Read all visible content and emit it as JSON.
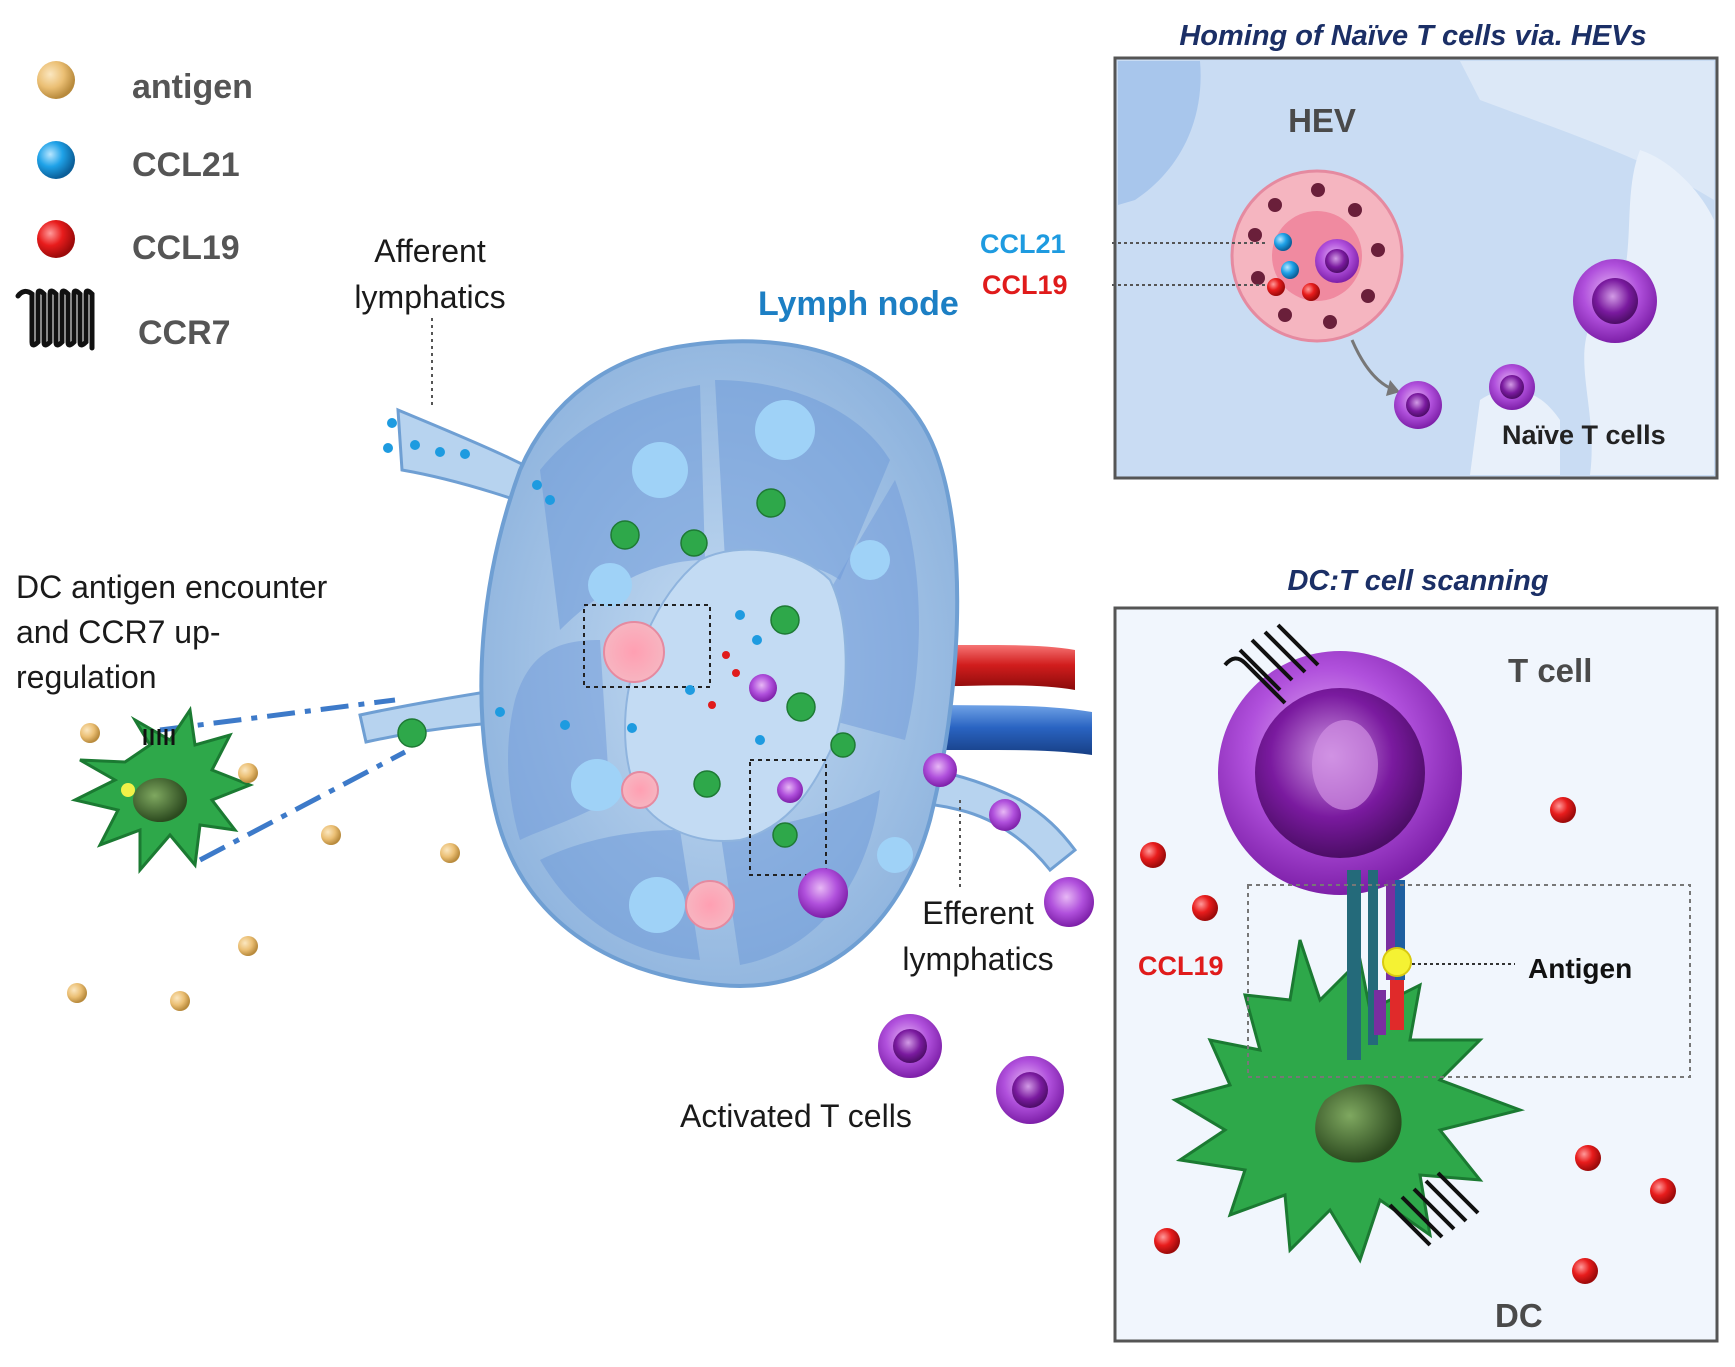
{
  "legend": {
    "items": [
      {
        "label": "antigen",
        "color": "#e9c27a",
        "icon": "antigen-dot"
      },
      {
        "label": "CCL21",
        "color": "#1e9be0",
        "icon": "ccl21-dot"
      },
      {
        "label": "CCL19",
        "color": "#e01b1b",
        "icon": "ccl19-dot"
      },
      {
        "label": "CCR7",
        "color": "#111111",
        "icon": "ccr7-receptor"
      }
    ]
  },
  "labels": {
    "afferent_line1": "Afferent",
    "afferent_line2": "lymphatics",
    "lymph_node": "Lymph node",
    "dc_line1": "DC antigen encounter",
    "dc_line2": "and CCR7 up-",
    "dc_line3": "regulation",
    "efferent_line1": "Efferent",
    "efferent_line2": "lymphatics",
    "activated": "Activated T cells"
  },
  "panel_hev": {
    "title": "Homing of Naïve T cells via. HEVs",
    "hev": "HEV",
    "ccl21": "CCL21",
    "ccl19": "CCL19",
    "naive": "Naïve T cells"
  },
  "panel_scan": {
    "title": "DC:T cell scanning",
    "tcell": "T cell",
    "ccl19": "CCL19",
    "antigen": "Antigen",
    "dc": "DC"
  },
  "colors": {
    "node_fill": "#a9c9ea",
    "node_dark": "#4f86d4",
    "tcell_purple": "#a23bd0",
    "dc_green": "#2ea84a",
    "ccl21_blue": "#1e9be0",
    "ccl19_red": "#e01b1b",
    "title_navy": "#1b2f66",
    "lymph_blue_text": "#1c7fc4"
  }
}
